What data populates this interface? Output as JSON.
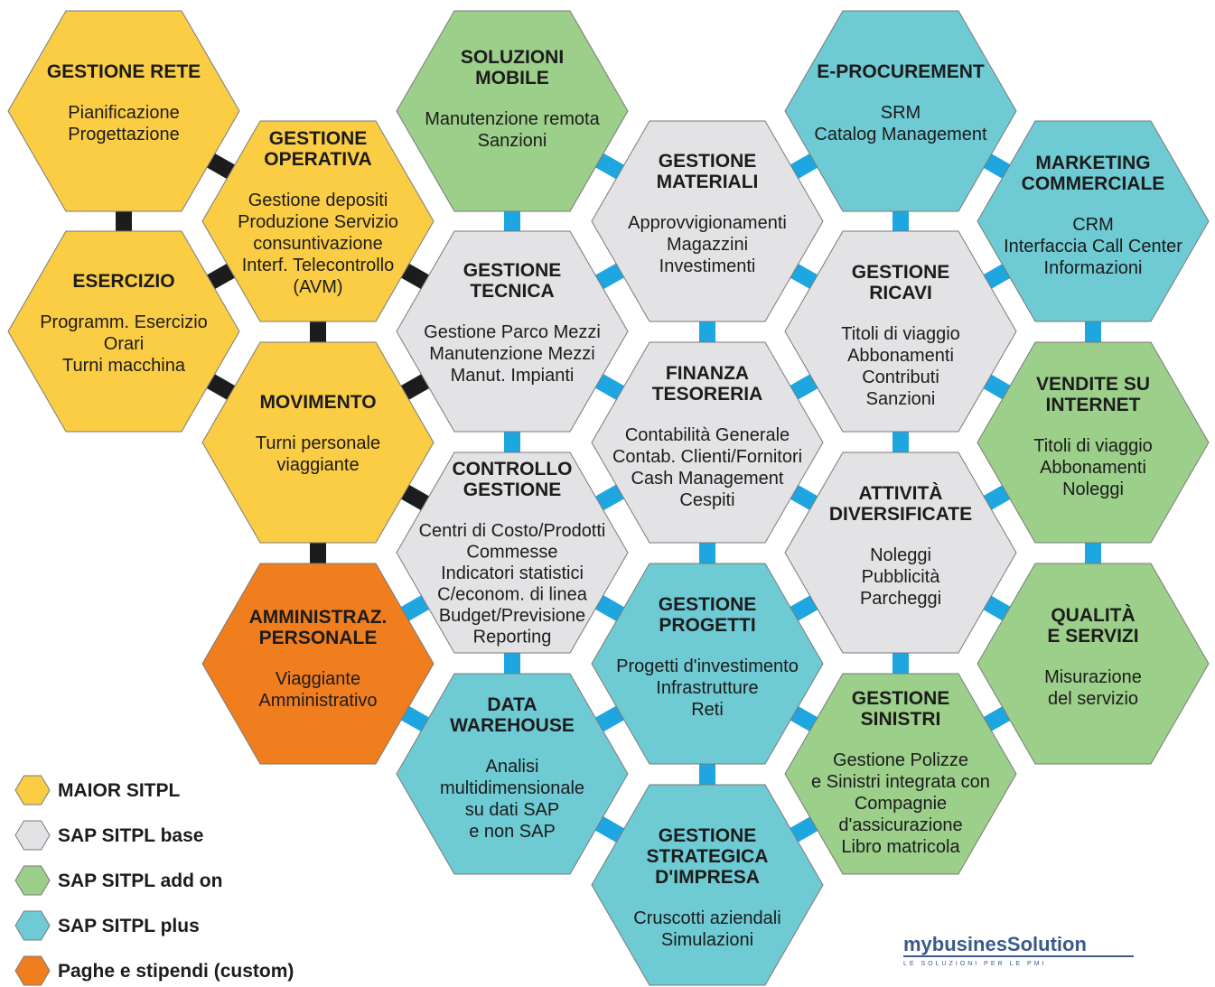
{
  "colors": {
    "maior": "#fbcd45",
    "base": "#e3e3e5",
    "addon": "#9ccf8a",
    "plus": "#6ecad3",
    "custom": "#f07d1e",
    "connector_dark": "#1c1c1c",
    "connector_blue": "#1ea6e0",
    "stroke": "#7a7a7a"
  },
  "hexes": [
    {
      "id": "gestione-rete",
      "category": "maior",
      "title": [
        "GESTIONE RETE"
      ],
      "body": [
        "Pianificazione",
        "Progettazione"
      ]
    },
    {
      "id": "esercizio",
      "category": "maior",
      "title": [
        "ESERCIZIO"
      ],
      "body": [
        "Programm. Esercizio",
        "Orari",
        "Turni macchina"
      ]
    },
    {
      "id": "gestione-operativa",
      "category": "maior",
      "title": [
        "GESTIONE",
        "OPERATIVA"
      ],
      "body": [
        "Gestione depositi",
        "Produzione Servizio",
        "consuntivazione",
        "Interf. Telecontrollo",
        "(AVM)"
      ]
    },
    {
      "id": "movimento",
      "category": "maior",
      "title": [
        "MOVIMENTO"
      ],
      "body": [
        "Turni personale",
        "viaggiante"
      ]
    },
    {
      "id": "amministraz-personale",
      "category": "custom",
      "title": [
        "AMMINISTRAZ.",
        "PERSONALE"
      ],
      "body": [
        "Viaggiante",
        "Amministrativo"
      ]
    },
    {
      "id": "soluzioni-mobile",
      "category": "addon",
      "title": [
        "SOLUZIONI",
        "MOBILE"
      ],
      "body": [
        "Manutenzione remota",
        "Sanzioni"
      ]
    },
    {
      "id": "gestione-tecnica",
      "category": "base",
      "title": [
        "GESTIONE",
        "TECNICA"
      ],
      "body": [
        "Gestione Parco Mezzi",
        "Manutenzione Mezzi",
        "Manut. Impianti"
      ]
    },
    {
      "id": "controllo-gestione",
      "category": "base",
      "title": [
        "CONTROLLO",
        "GESTIONE"
      ],
      "body": [
        "Centri di Costo/Prodotti",
        "Commesse",
        "Indicatori statistici",
        "C/econom. di linea",
        "Budget/Previsione",
        "Reporting"
      ]
    },
    {
      "id": "data-warehouse",
      "category": "plus",
      "title": [
        "DATA",
        "WAREHOUSE"
      ],
      "body": [
        "Analisi",
        "multidimensionale",
        "su dati SAP",
        "e non SAP"
      ]
    },
    {
      "id": "gestione-materiali",
      "category": "base",
      "title": [
        "GESTIONE",
        "MATERIALI"
      ],
      "body": [
        "Approvvigionamenti",
        "Magazzini",
        "Investimenti"
      ]
    },
    {
      "id": "finanza-tesoreria",
      "category": "base",
      "title": [
        "FINANZA",
        "TESORERIA"
      ],
      "body": [
        "Contabilità Generale",
        "Contab. Clienti/Fornitori",
        "Cash Management",
        "Cespiti"
      ]
    },
    {
      "id": "gestione-progetti",
      "category": "plus",
      "title": [
        "GESTIONE",
        "PROGETTI"
      ],
      "body": [
        "Progetti d'investimento",
        "Infrastrutture",
        "Reti"
      ]
    },
    {
      "id": "gestione-strategica",
      "category": "plus",
      "title": [
        "GESTIONE",
        "STRATEGICA",
        "D'IMPRESA"
      ],
      "body": [
        "Cruscotti aziendali",
        "Simulazioni"
      ]
    },
    {
      "id": "e-procurement",
      "category": "plus",
      "title": [
        "E-PROCUREMENT"
      ],
      "body": [
        "SRM",
        "Catalog Management"
      ]
    },
    {
      "id": "gestione-ricavi",
      "category": "base",
      "title": [
        "GESTIONE",
        "RICAVI"
      ],
      "body": [
        "Titoli di viaggio",
        "Abbonamenti",
        "Contributi",
        "Sanzioni"
      ]
    },
    {
      "id": "attivita-diversificate",
      "category": "base",
      "title": [
        "ATTIVITÀ",
        "DIVERSIFICATE"
      ],
      "body": [
        "Noleggi",
        "Pubblicità",
        "Parcheggi"
      ]
    },
    {
      "id": "gestione-sinistri",
      "category": "addon",
      "title": [
        "GESTIONE",
        "SINISTRI"
      ],
      "body": [
        "Gestione Polizze",
        "e Sinistri integrata con",
        "Compagnie",
        "d'assicurazione",
        "Libro matricola"
      ]
    },
    {
      "id": "marketing-commerciale",
      "category": "plus",
      "title": [
        "MARKETING",
        "COMMERCIALE"
      ],
      "body": [
        "CRM",
        "Interfaccia Call Center",
        "Informazioni"
      ]
    },
    {
      "id": "vendite-su-internet",
      "category": "addon",
      "title": [
        "VENDITE SU",
        "INTERNET"
      ],
      "body": [
        "Titoli di viaggio",
        "Abbonamenti",
        "Noleggi"
      ]
    },
    {
      "id": "qualita-e-servizi",
      "category": "addon",
      "title": [
        "QUALITÀ",
        "E SERVIZI"
      ],
      "body": [
        "Misurazione",
        "del servizio"
      ]
    }
  ],
  "legend": [
    {
      "category": "maior",
      "label": "MAIOR SITPL"
    },
    {
      "category": "base",
      "label": "SAP SITPL base"
    },
    {
      "category": "addon",
      "label": "SAP SITPL add on"
    },
    {
      "category": "plus",
      "label": "SAP SITPL plus"
    },
    {
      "category": "custom",
      "label": "Paghe e stipendi (custom)"
    }
  ],
  "logo": {
    "main": "mybusinesSolution",
    "tagline": "LE SOLUZIONI PER LE PMI"
  }
}
